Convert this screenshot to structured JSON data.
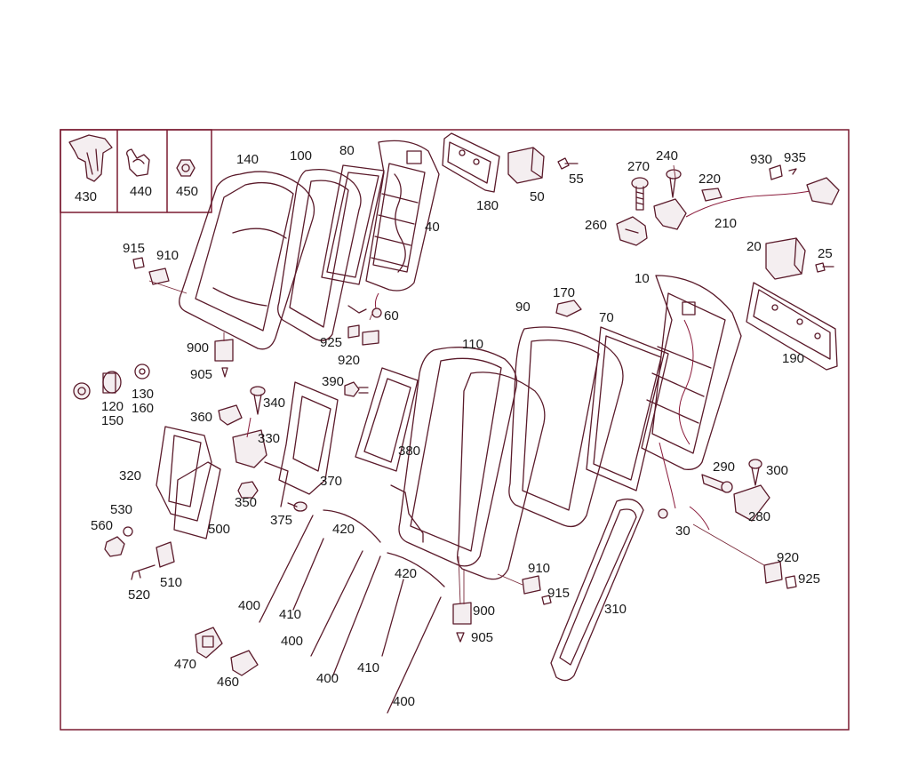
{
  "labels": {
    "p430": "430",
    "p440": "440",
    "p450": "450",
    "p140": "140",
    "p100": "100",
    "p80": "80",
    "p40": "40",
    "p180": "180",
    "p50": "50",
    "p55": "55",
    "p270": "270",
    "p240": "240",
    "p220": "220",
    "p930": "930",
    "p935": "935",
    "p260": "260",
    "p210": "210",
    "p20": "20",
    "p25": "25",
    "p10": "10",
    "p190": "190",
    "p915a": "915",
    "p910a": "910",
    "p60": "60",
    "p925a": "925",
    "p920a": "920",
    "p900a": "900",
    "p905a": "905",
    "p90": "90",
    "p170": "170",
    "p70": "70",
    "p110": "110",
    "p120": "120",
    "p130": "130",
    "p150": "150",
    "p160": "160",
    "p390": "390",
    "p340": "340",
    "p360": "360",
    "p330": "330",
    "p380": "380",
    "p320": "320",
    "p370": "370",
    "p350": "350",
    "p375": "375",
    "p500": "500",
    "p530": "530",
    "p560": "560",
    "p510": "510",
    "p520": "520",
    "p420a": "420",
    "p420b": "420",
    "p400a": "400",
    "p410a": "410",
    "p400b": "400",
    "p400c": "400",
    "p410b": "410",
    "p400d": "400",
    "p470": "470",
    "p460": "460",
    "p290": "290",
    "p300": "300",
    "p280": "280",
    "p30": "30",
    "p910b": "910",
    "p915b": "915",
    "p900b": "900",
    "p905b": "905",
    "p310": "310",
    "p920b": "920",
    "p925b": "925"
  }
}
